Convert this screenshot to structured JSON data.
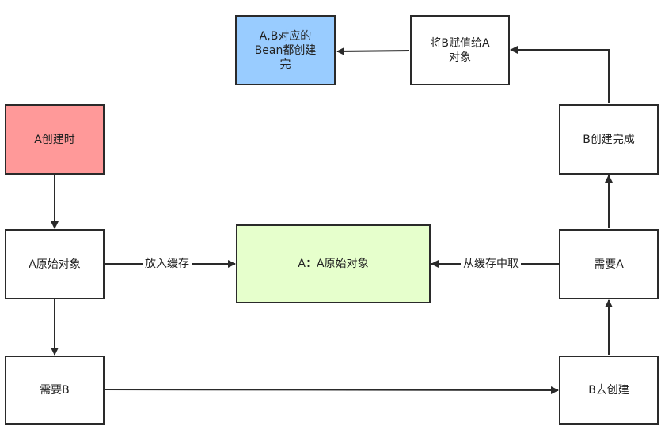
{
  "nodes": {
    "a_creating": {
      "text": "A创建时",
      "fill": "#ff9999"
    },
    "a_raw": {
      "text": "A原始对象"
    },
    "need_b": {
      "text": "需要B"
    },
    "cache": {
      "text": "A：A原始对象",
      "fill": "#e6ffcc"
    },
    "b_creating": {
      "text": "B去创建"
    },
    "need_a": {
      "text": "需要A"
    },
    "b_done": {
      "text": "B创建完成"
    },
    "assign": {
      "text": "将B赋值给A\n对象"
    },
    "all_done": {
      "text": "A,B对应的\nBean都创建\n完",
      "fill": "#99ccff"
    }
  },
  "edge_labels": {
    "put_cache": "放入缓存",
    "take_cache": "从缓存中取"
  },
  "colors": {
    "stroke": "#2a2a2a"
  }
}
